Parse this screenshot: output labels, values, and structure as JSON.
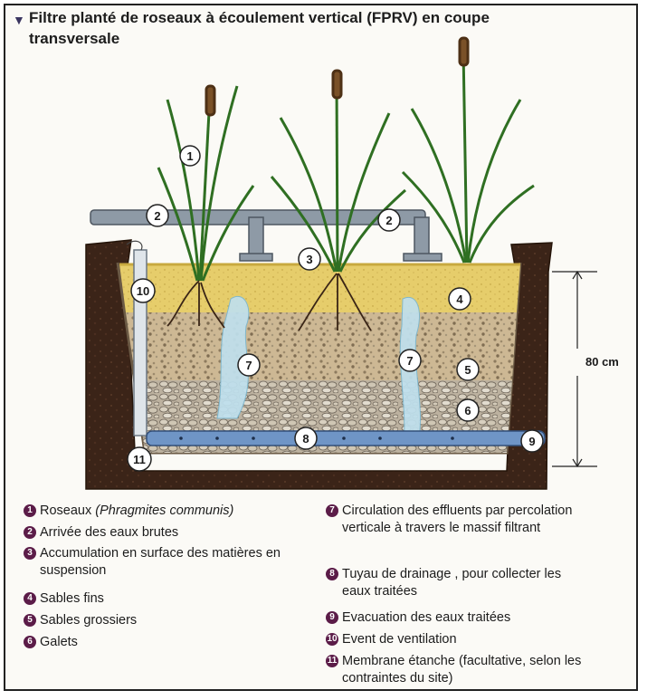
{
  "title": "Filtre planté de roseaux à écoulement vertical (FPRV) en coupe transversale",
  "dimension_label": "80 cm",
  "callouts": [
    "1",
    "2",
    "2",
    "3",
    "4",
    "5",
    "6",
    "7",
    "7",
    "8",
    "9",
    "10",
    "11"
  ],
  "legend": [
    {
      "num": "1",
      "text": "Roseaux ",
      "sci": "(Phragmites communis)"
    },
    {
      "num": "2",
      "text": "Arrivée des eaux brutes"
    },
    {
      "num": "3",
      "text": "Accumulation en surface des matières en suspension"
    },
    {
      "num": "4",
      "text": "Sables fins"
    },
    {
      "num": "5",
      "text": "Sables grossiers"
    },
    {
      "num": "6",
      "text": "Galets"
    },
    {
      "num": "7",
      "text": "Circulation des effluents par percolation verticale à travers le massif filtrant"
    },
    {
      "num": "8",
      "text": "Tuyau de drainage , pour collecter les eaux traitées"
    },
    {
      "num": "9",
      "text": "Evacuation des eaux traitées"
    },
    {
      "num": "10",
      "text": "Event de ventilation"
    },
    {
      "num": "11",
      "text": "Membrane étanche (facultative, selon les contraintes du site)"
    }
  ],
  "colors": {
    "soil": "#3b2418",
    "fine_sand": "#e8cf6a",
    "coarse_sand": "#cdb792",
    "pebbles": "#b9ad9a",
    "pipe": "#8e9aa6",
    "drain": "#6f95c6",
    "water": "#bfe0ee",
    "reed": "#3f8a2e",
    "legend_bullet": "#5b1c48"
  }
}
